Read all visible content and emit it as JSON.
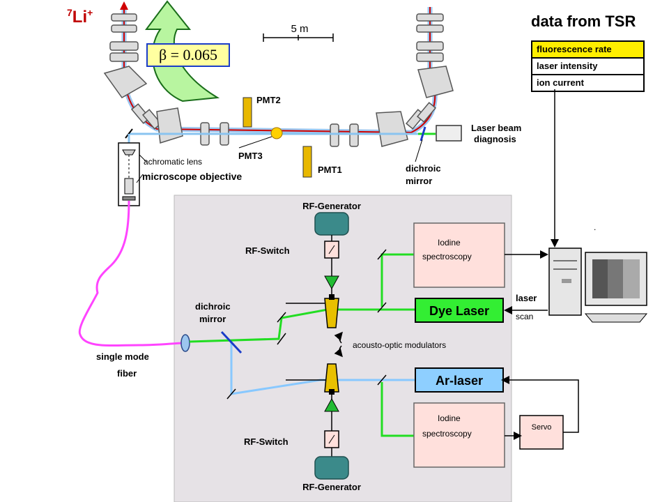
{
  "ion": {
    "mass": "7",
    "symbol": "Li",
    "charge": "+"
  },
  "beta_label": "β = 0.065",
  "scale_label": "5 m",
  "tsr": {
    "title": "data from TSR",
    "rows": [
      "fluorescence rate",
      "laser intensity",
      "ion current"
    ]
  },
  "labels": {
    "pmt1": "PMT1",
    "pmt2": "PMT2",
    "pmt3": "PMT3",
    "laser_diag_1": "Laser beam",
    "laser_diag_2": "diagnosis",
    "dichroic_top_1": "dichroic",
    "dichroic_top_2": "mirror",
    "achromatic": "achromatic lens",
    "microscope": "microscope objective",
    "rf_gen_top": "RF-Generator",
    "rf_switch_top": "RF-Switch",
    "iodine_top_1": "Iodine",
    "iodine_top_2": "spectroscopy",
    "dye_laser": "Dye Laser",
    "laser_scan_1": "laser",
    "laser_scan_2": "scan",
    "dichroic_mid_1": "dichroic",
    "dichroic_mid_2": "mirror",
    "aom": "acousto-optic modulators",
    "fiber_1": "single mode",
    "fiber_2": "fiber",
    "ar_laser": "Ar-laser",
    "iodine_bot_1": "Iodine",
    "iodine_bot_2": "spectroscopy",
    "servo": "Servo",
    "rf_switch_bot": "RF-Switch",
    "rf_gen_bot": "RF-Generator"
  },
  "colors": {
    "ion_beam": "#d00000",
    "green_beam": "#22dd22",
    "blue_beam": "#88c8ff",
    "fiber": "#ff44ff",
    "pmt": "#e8b800",
    "dye_laser_fill": "#33ee33",
    "ar_laser_fill": "#8ecfff",
    "iodine_fill": "#ffe0dc",
    "rf_fill": "#3b8a8a",
    "panel": "#e6e2e6"
  }
}
